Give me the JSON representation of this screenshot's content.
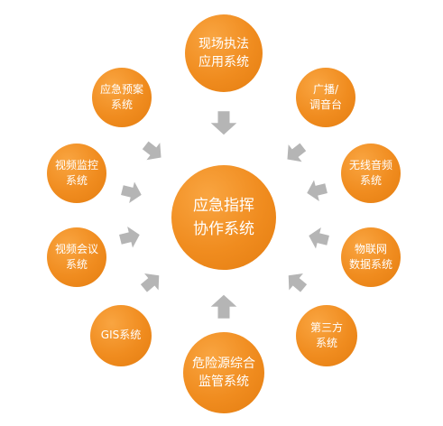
{
  "center": {
    "line1": "应急指挥",
    "line2": "协作系统"
  },
  "nodes": {
    "top": {
      "line1": "现场执法",
      "line2": "应用系统"
    },
    "bottom": {
      "line1": "危险源综合",
      "line2": "监管系统"
    },
    "upper_left": {
      "line1": "应急预案",
      "line2": "系统"
    },
    "upper_right": {
      "line1": "广播/",
      "line2": "调音台"
    },
    "mid_left": {
      "line1": "视频监控",
      "line2": "系统"
    },
    "mid_right": {
      "line1": "无线音频",
      "line2": "系统"
    },
    "lower_left": {
      "line1": "视频会议",
      "line2": "系统"
    },
    "lower_right": {
      "line1": "物联网",
      "line2": "数据系统"
    },
    "bottom_left": {
      "line1": "GIS系统"
    },
    "bottom_right": {
      "line1": "第三方",
      "line2": "系统"
    }
  },
  "colors": {
    "node_orange": "#f08c1f",
    "arrow_gray": "#b5b5b5",
    "text": "#ffffff"
  }
}
